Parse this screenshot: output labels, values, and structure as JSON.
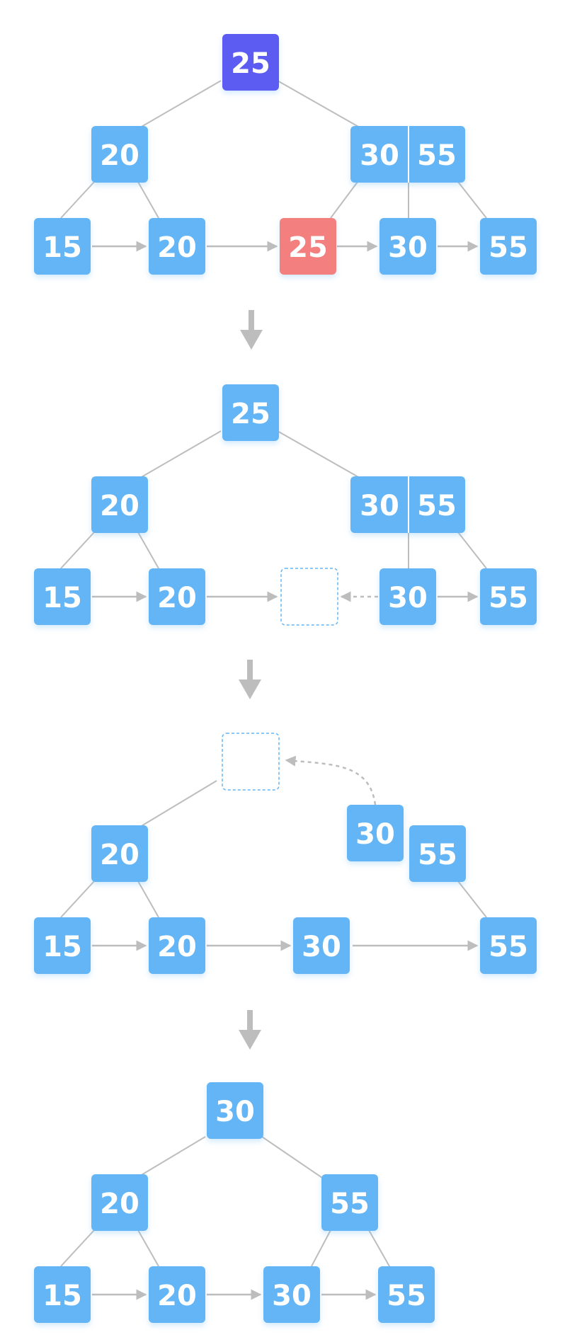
{
  "colors": {
    "node": "#64b5f6",
    "root": "#5c5cf2",
    "highlight": "#f47f7f",
    "line": "#bdbdbd",
    "arrow": "#bdbdbd",
    "dashed": "#64b5f6",
    "text": "#ffffff"
  },
  "stages": [
    {
      "nodes": [
        {
          "id": "s1-root",
          "label": "25",
          "style": "root"
        },
        {
          "id": "s1-int-left",
          "label": "20",
          "style": "node"
        },
        {
          "id": "s1-int-right-a",
          "label": "30",
          "style": "node"
        },
        {
          "id": "s1-int-right-b",
          "label": "55",
          "style": "node"
        },
        {
          "id": "s1-leaf-1",
          "label": "15",
          "style": "node"
        },
        {
          "id": "s1-leaf-2",
          "label": "20",
          "style": "node"
        },
        {
          "id": "s1-leaf-3",
          "label": "25",
          "style": "highlight"
        },
        {
          "id": "s1-leaf-4",
          "label": "30",
          "style": "node"
        },
        {
          "id": "s1-leaf-5",
          "label": "55",
          "style": "node"
        }
      ]
    },
    {
      "nodes": [
        {
          "id": "s2-root",
          "label": "25",
          "style": "node"
        },
        {
          "id": "s2-int-left",
          "label": "20",
          "style": "node"
        },
        {
          "id": "s2-int-right-a",
          "label": "30",
          "style": "node"
        },
        {
          "id": "s2-int-right-b",
          "label": "55",
          "style": "node"
        },
        {
          "id": "s2-leaf-1",
          "label": "15",
          "style": "node"
        },
        {
          "id": "s2-leaf-2",
          "label": "20",
          "style": "node"
        },
        {
          "id": "s2-leaf-3",
          "label": "",
          "style": "empty"
        },
        {
          "id": "s2-leaf-4",
          "label": "30",
          "style": "node"
        },
        {
          "id": "s2-leaf-5",
          "label": "55",
          "style": "node"
        }
      ]
    },
    {
      "nodes": [
        {
          "id": "s3-root",
          "label": "",
          "style": "empty"
        },
        {
          "id": "s3-int-left",
          "label": "20",
          "style": "node"
        },
        {
          "id": "s3-moving",
          "label": "30",
          "style": "node"
        },
        {
          "id": "s3-int-right",
          "label": "55",
          "style": "node"
        },
        {
          "id": "s3-leaf-1",
          "label": "15",
          "style": "node"
        },
        {
          "id": "s3-leaf-2",
          "label": "20",
          "style": "node"
        },
        {
          "id": "s3-leaf-3",
          "label": "30",
          "style": "node"
        },
        {
          "id": "s3-leaf-4",
          "label": "55",
          "style": "node"
        }
      ]
    },
    {
      "nodes": [
        {
          "id": "s4-root",
          "label": "30",
          "style": "node"
        },
        {
          "id": "s4-int-left",
          "label": "20",
          "style": "node"
        },
        {
          "id": "s4-int-right",
          "label": "55",
          "style": "node"
        },
        {
          "id": "s4-leaf-1",
          "label": "15",
          "style": "node"
        },
        {
          "id": "s4-leaf-2",
          "label": "20",
          "style": "node"
        },
        {
          "id": "s4-leaf-3",
          "label": "30",
          "style": "node"
        },
        {
          "id": "s4-leaf-4",
          "label": "55",
          "style": "node"
        }
      ]
    }
  ]
}
